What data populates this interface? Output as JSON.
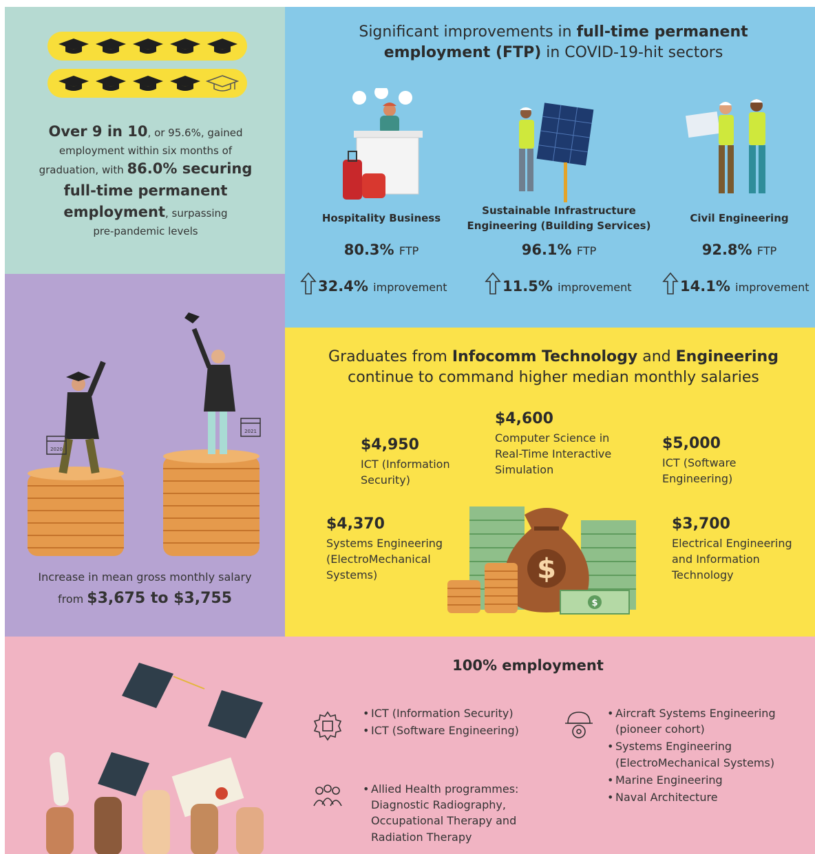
{
  "colors": {
    "mint": "#b6dad2",
    "blue": "#86c9e8",
    "purple": "#b6a3d2",
    "yellow": "#fbe24a",
    "pink": "#f1b4c3",
    "cap_bar": "#f8de3a"
  },
  "icons": [
    "graduation-cap-icon",
    "arrow-up-icon",
    "hotel-receptionist-illustration",
    "solar-panel-worker-illustration",
    "civil-engineers-illustration",
    "graduates-on-coin-stacks-illustration",
    "money-bag-illustration",
    "hands-throwing-caps-illustration",
    "circuit-gear-icon",
    "hard-hat-gear-icon",
    "team-people-icon"
  ],
  "employment": {
    "filled_caps": 9,
    "total_caps": 10,
    "lead_bold": "Over 9 in 10",
    "line1_rest": ", or 95.6%, gained",
    "line2": "employment within six months of",
    "line3_start": "graduation, with ",
    "line3_bold": "86.0% securing",
    "line4_bold": "full-time permanent",
    "line5_bold": "employment",
    "line5_rest": ", surpassing",
    "line6": "pre-pandemic levels"
  },
  "ftp": {
    "title_part1": "Significant improvements in ",
    "title_bold1": "full-time permanent",
    "title_bold2": "employment (FTP)",
    "title_part2": " in COVID-19-hit sectors",
    "sectors": [
      {
        "name": "Hospitality Business",
        "ftp_value": "80.3%",
        "ftp_unit": "FTP",
        "improvement_value": "32.4%",
        "improvement_label": "improvement"
      },
      {
        "name_line1": "Sustainable Infrastructure",
        "name_line2": "Engineering (Building Services)",
        "ftp_value": "96.1%",
        "ftp_unit": "FTP",
        "improvement_value": "11.5%",
        "improvement_label": "improvement"
      },
      {
        "name": "Civil Engineering",
        "ftp_value": "92.8%",
        "ftp_unit": "FTP",
        "improvement_value": "14.1%",
        "improvement_label": "improvement"
      }
    ]
  },
  "mean_salary": {
    "year_left": "2020",
    "year_right": "2021",
    "line1": "Increase in mean gross monthly salary",
    "line2_start": "from ",
    "line2_bold": "$3,675 to $3,755"
  },
  "median_salary": {
    "title_part1": "Graduates from ",
    "title_bold1": "Infocomm Technology",
    "title_part2": " and ",
    "title_bold2": "Engineering",
    "title_line2": "continue to command higher median monthly salaries",
    "items": [
      {
        "amount": "$4,950",
        "line1": "ICT (Information",
        "line2": "Security)"
      },
      {
        "amount": "$4,600",
        "line1": "Computer Science in",
        "line2": "Real-Time Interactive",
        "line3": "Simulation"
      },
      {
        "amount": "$5,000",
        "line1": "ICT (Software",
        "line2": "Engineering)"
      },
      {
        "amount": "$4,370",
        "line1": "Systems Engineering",
        "line2": "(ElectroMechanical",
        "line3": "Systems)"
      },
      {
        "amount": "$3,700",
        "line1": "Electrical Engineering",
        "line2": "and Information",
        "line3": "Technology"
      }
    ]
  },
  "full_employment": {
    "title": "100% employment",
    "ict_items": [
      "ICT (Information Security)",
      "ICT (Software Engineering)"
    ],
    "health_line1": "Allied Health programmes:",
    "health_line2": "Diagnostic Radiography,",
    "health_line3": "Occupational Therapy and",
    "health_line4": "Radiation Therapy",
    "eng_item1_line1": "Aircraft Systems Engineering",
    "eng_item1_line2": "(pioneer cohort)",
    "eng_item2_line1": "Systems Engineering",
    "eng_item2_line2": "(ElectroMechanical Systems)",
    "eng_item3": "Marine Engineering",
    "eng_item4": "Naval Architecture"
  }
}
